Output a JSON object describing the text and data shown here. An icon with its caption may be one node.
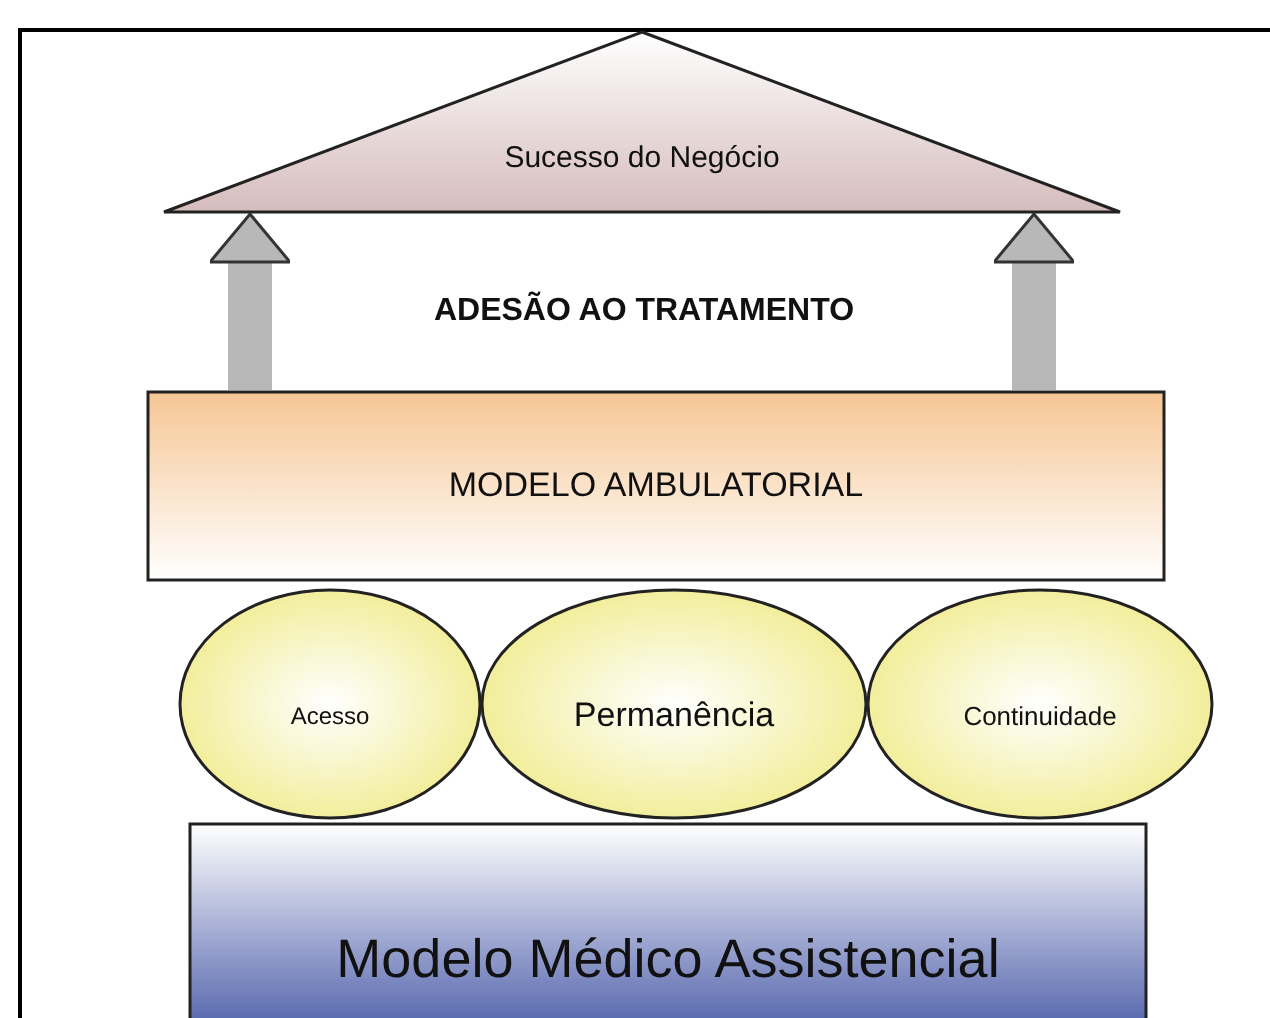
{
  "diagram": {
    "nodes": [
      {
        "text": [
          "Sucesso do Negócio"
        ]
      },
      {
        "text": [
          "MODELO AMBULATORIAL"
        ]
      },
      {
        "text": [
          "Acesso"
        ]
      },
      {
        "text": [
          "Permanência"
        ]
      },
      {
        "text": [
          "Continuidade"
        ]
      },
      {
        "text": [
          "Modelo Médico Assistencial"
        ]
      }
    ],
    "edges": [
      {
        "from": 1,
        "to": 0,
        "arrow": "to"
      },
      {
        "from": 1,
        "to": 0,
        "arrow": "to"
      }
    ],
    "labels": [
      "ADESÃO AO TRATAMENTO"
    ]
  }
}
